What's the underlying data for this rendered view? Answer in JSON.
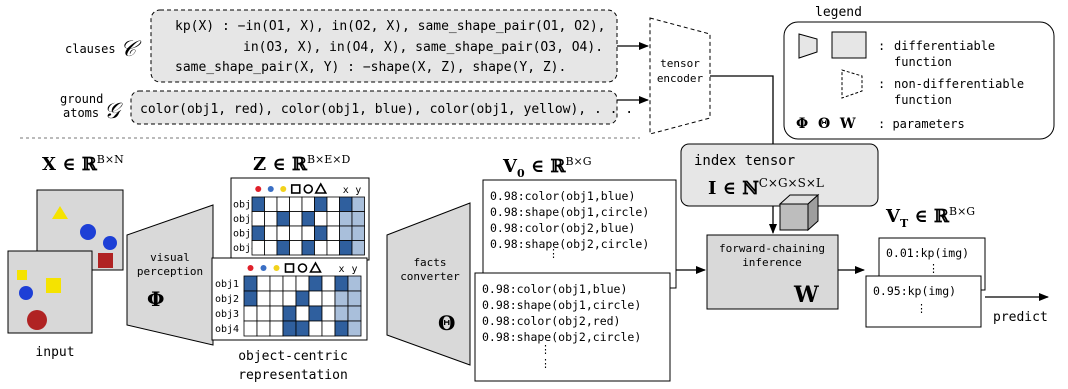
{
  "clauses": {
    "label": "clauses",
    "symbol": "𝒞",
    "lines": [
      "kp(X) : −in(O1, X), in(O2, X), same_shape_pair(O1, O2),",
      "in(O3, X), in(O4, X), same_shape_pair(O3, O4).",
      "same_shape_pair(X, Y) : −shape(X, Z), shape(Y, Z)."
    ]
  },
  "ground_atoms": {
    "label_line1": "ground",
    "label_line2": "atoms",
    "symbol": "𝒢",
    "text": "color(obj1, red), color(obj1, blue), color(obj1, yellow), . . ."
  },
  "tensor_encoder": {
    "line1": "tensor",
    "line2": "encoder"
  },
  "legend": {
    "title": "legend",
    "differentiable": "differentiable",
    "function": "function",
    "non_differentiable": "non-differentiable",
    "parameters_symbols": "Φ  Θ  W",
    "parameters_label": ": parameters"
  },
  "input_x": {
    "label": "X ∈ ℝ",
    "sup": "B×N",
    "caption": "input"
  },
  "visual_perception": {
    "line1": "visual",
    "line2": "perception",
    "symbol": "Φ"
  },
  "object_centric": {
    "label": "Z ∈ ℝ",
    "sup": "B×E×D",
    "caption_line1": "object-centric",
    "caption_line2": "representation",
    "columns": [
      "x",
      "y"
    ],
    "rows": [
      "obj1",
      "obj2",
      "obj3",
      "obj4"
    ]
  },
  "facts_converter": {
    "line1": "facts",
    "line2": "converter",
    "symbol": "Θ"
  },
  "valuation_v0": {
    "label": "V",
    "sub": "0",
    "rest": " ∈ ℝ",
    "sup": "B×G",
    "back_lines": [
      "0.98:color(obj1,blue)",
      "0.98:shape(obj1,circle)",
      "0.98:color(obj2,blue)",
      "0.98:shape(obj2,circle)"
    ],
    "front_lines": [
      "0.98:color(obj1,blue)",
      "0.98:shape(obj1,circle)",
      "0.98:color(obj2,red)",
      "0.98:shape(obj2,circle)"
    ]
  },
  "index_tensor": {
    "label": "index tensor",
    "symbol": "I ∈ ℕ",
    "sup": "C×G×S×L"
  },
  "forward_chaining": {
    "line1": "forward-chaining",
    "line2": "inference",
    "symbol": "W"
  },
  "valuation_vt": {
    "label": "V",
    "sub": "T",
    "rest": " ∈ ℝ",
    "sup": "B×G",
    "back_line": "0.01:kp(img)",
    "front_line": "0.95:kp(img)"
  },
  "predict": "predict",
  "colors": {
    "box_gray": "#e6e6e6",
    "cell_blue": "#2f5f9e",
    "cell_light_blue": "#a9bfdb",
    "dot_red": "#e0202a",
    "dot_blue": "#3a6fc4",
    "dot_yellow": "#f2d21b",
    "obj_blue": "#1d3fd6",
    "obj_red": "#b02323",
    "obj_yellow": "#f5e300"
  }
}
